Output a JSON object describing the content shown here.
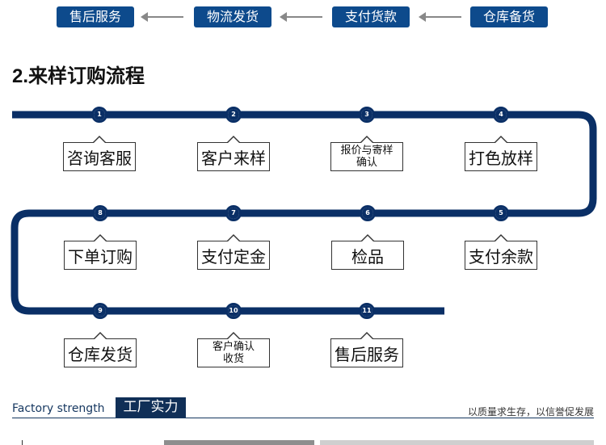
{
  "top_flow": [
    "售后服务",
    "物流发货",
    "支付货款",
    "仓库备货"
  ],
  "section_title": "2.来样订购流程",
  "steps": [
    {
      "num": "1",
      "label": "咨询客服"
    },
    {
      "num": "2",
      "label": "客户来样"
    },
    {
      "num": "3",
      "label": "报价与寄样\n确认"
    },
    {
      "num": "4",
      "label": "打色放样"
    },
    {
      "num": "5",
      "label": "支付余款"
    },
    {
      "num": "6",
      "label": "检品"
    },
    {
      "num": "7",
      "label": "支付定金"
    },
    {
      "num": "8",
      "label": "下单订购"
    },
    {
      "num": "9",
      "label": "仓库发货"
    },
    {
      "num": "10",
      "label": "客户确认\n收货"
    },
    {
      "num": "11",
      "label": "售后服务"
    }
  ],
  "footer": {
    "en": "Factory strength",
    "badge": "工厂实力",
    "slogan": "以质量求生存，以信誉促发展"
  },
  "colors": {
    "primary": "#0a2f66",
    "button": "#0d4a8c"
  }
}
